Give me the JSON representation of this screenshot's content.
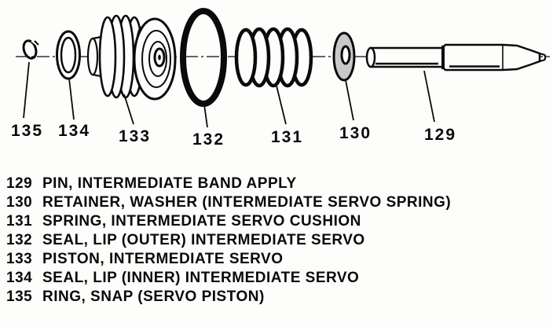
{
  "page": {
    "ink_color": "#0a0a0a",
    "background_color": "#fdfdfb"
  },
  "diagram": {
    "callouts": [
      {
        "label": "135"
      },
      {
        "label": "134"
      },
      {
        "label": "133"
      },
      {
        "label": "132"
      },
      {
        "label": "131"
      },
      {
        "label": "130"
      },
      {
        "label": "129"
      }
    ]
  },
  "parts_list": {
    "items": [
      {
        "number": "129",
        "description": "PIN, INTERMEDIATE BAND APPLY"
      },
      {
        "number": "130",
        "description": "RETAINER, WASHER (INTERMEDIATE SERVO SPRING)"
      },
      {
        "number": "131",
        "description": "SPRING, INTERMEDIATE SERVO CUSHION"
      },
      {
        "number": "132",
        "description": "SEAL, LIP (OUTER) INTERMEDIATE SERVO"
      },
      {
        "number": "133",
        "description": "PISTON, INTERMEDIATE SERVO"
      },
      {
        "number": "134",
        "description": "SEAL, LIP (INNER) INTERMEDIATE SERVO"
      },
      {
        "number": "135",
        "description": "RING, SNAP (SERVO PISTON)"
      }
    ]
  }
}
